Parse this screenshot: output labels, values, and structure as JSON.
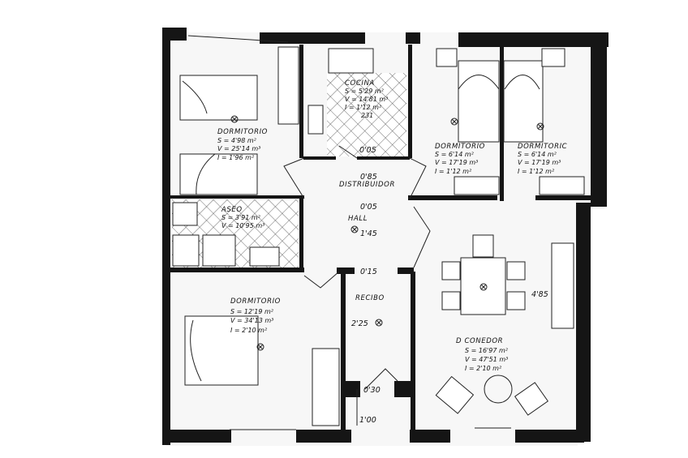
{
  "rooms": {
    "dorm1": {
      "name": "DORMITORIO",
      "s": "S = 4'98 m²",
      "v": "V = 25'14 m³",
      "i": "I = 1'96 m²"
    },
    "cocina": {
      "name": "COCINA",
      "s": "S = 5'29 m²",
      "v": "V = 14'81 m³",
      "i": "I = 1'12 m²",
      "extra": "231"
    },
    "dorm2": {
      "name": "DORMITORIO",
      "s": "S = 6'14 m²",
      "v": "V = 17'19 m³",
      "i": "I = 1'12 m²"
    },
    "dorm3": {
      "name": "DORMITORIC",
      "s": "S = 6'14 m²",
      "v": "V = 17'19 m³",
      "i": "I = 1'12 m²"
    },
    "aseo": {
      "name": "ASEO",
      "s": "S = 3'91 m²",
      "v": "V = 10'95 m³"
    },
    "distribuidor": {
      "name": "DISTRIBUIDOR",
      "dim": "0'85"
    },
    "hall": {
      "name": "HALL",
      "dim1": "0'05",
      "dim2": "1'45"
    },
    "dorm4": {
      "name": "DORMITORIO",
      "s": "S = 12'19 m²",
      "v": "V = 34'13 m³",
      "i": "I = 2'10 m²"
    },
    "recibo": {
      "name": "RECIBO",
      "dim": "2'25"
    },
    "comedor": {
      "name": "D CONEDOR",
      "s": "S = 16'97 m²",
      "v": "V = 47'51 m³",
      "i": "I = 2'10 m²",
      "dim": "4'85"
    }
  },
  "dimensions": {
    "cocina_door": "0'05",
    "hall_bottom": "0'15",
    "entry": "0'30",
    "entry_width": "1'00"
  }
}
